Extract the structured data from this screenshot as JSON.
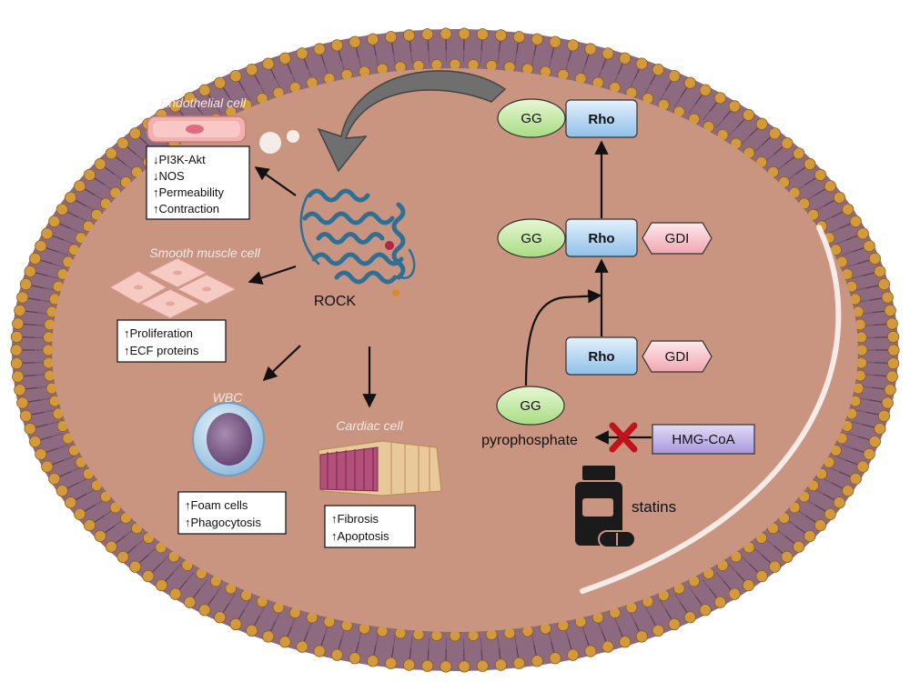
{
  "labels": {
    "endothelial": "Endothelial cell",
    "smooth_muscle": "Smooth muscle cell",
    "wbc": "WBC",
    "cardiac": "Cardiac cell",
    "rock": "ROCK",
    "pyrophosphate": "pyrophosphate",
    "statins": "statins"
  },
  "effects": {
    "endothelial": [
      "↓PI3K-Akt",
      "↓NOS",
      "↑Permeability",
      "↑Contraction"
    ],
    "smooth_muscle": [
      "↑Proliferation",
      "↑ECF proteins"
    ],
    "wbc": [
      "↑Foam cells",
      "↑Phagocytosis"
    ],
    "cardiac": [
      "↑Fibrosis",
      "↑Apoptosis"
    ]
  },
  "pathway": {
    "gg": "GG",
    "rho": "Rho",
    "gdi": "GDI",
    "hmg_coa": "HMG-CoA"
  },
  "colors": {
    "membrane_dot": "#d29a3c",
    "cytoplasm": "#c99480",
    "gg_fill": "#c9eca7",
    "rho_fill": "#bcd9f2",
    "gdi_fill": "#f7c9cf",
    "hmg_fill": "#c5b7e8",
    "inhibit_x": "#c0141b",
    "protein": "#2e6f96"
  }
}
